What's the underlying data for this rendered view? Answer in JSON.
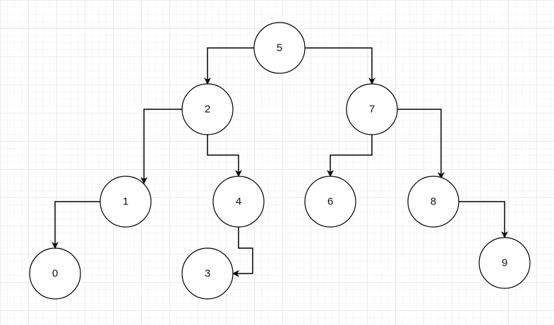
{
  "diagram": {
    "nodes": [
      {
        "id": "n5",
        "label": "5"
      },
      {
        "id": "n2",
        "label": "2"
      },
      {
        "id": "n7",
        "label": "7"
      },
      {
        "id": "n1",
        "label": "1"
      },
      {
        "id": "n4",
        "label": "4"
      },
      {
        "id": "n6",
        "label": "6"
      },
      {
        "id": "n8",
        "label": "8"
      },
      {
        "id": "n0",
        "label": "0"
      },
      {
        "id": "n3",
        "label": "3"
      },
      {
        "id": "n9",
        "label": "9"
      }
    ],
    "edges": [
      {
        "from": "n5",
        "to": "n2"
      },
      {
        "from": "n5",
        "to": "n7"
      },
      {
        "from": "n2",
        "to": "n1"
      },
      {
        "from": "n2",
        "to": "n4"
      },
      {
        "from": "n7",
        "to": "n6"
      },
      {
        "from": "n7",
        "to": "n8"
      },
      {
        "from": "n1",
        "to": "n0"
      },
      {
        "from": "n4",
        "to": "n3"
      },
      {
        "from": "n8",
        "to": "n9"
      }
    ],
    "colors": {
      "background": "#ffffff",
      "grid_major": "#d9d9d9",
      "grid_minor": "#efefef",
      "stroke": "#000000",
      "node_fill": "#ffffff"
    }
  }
}
